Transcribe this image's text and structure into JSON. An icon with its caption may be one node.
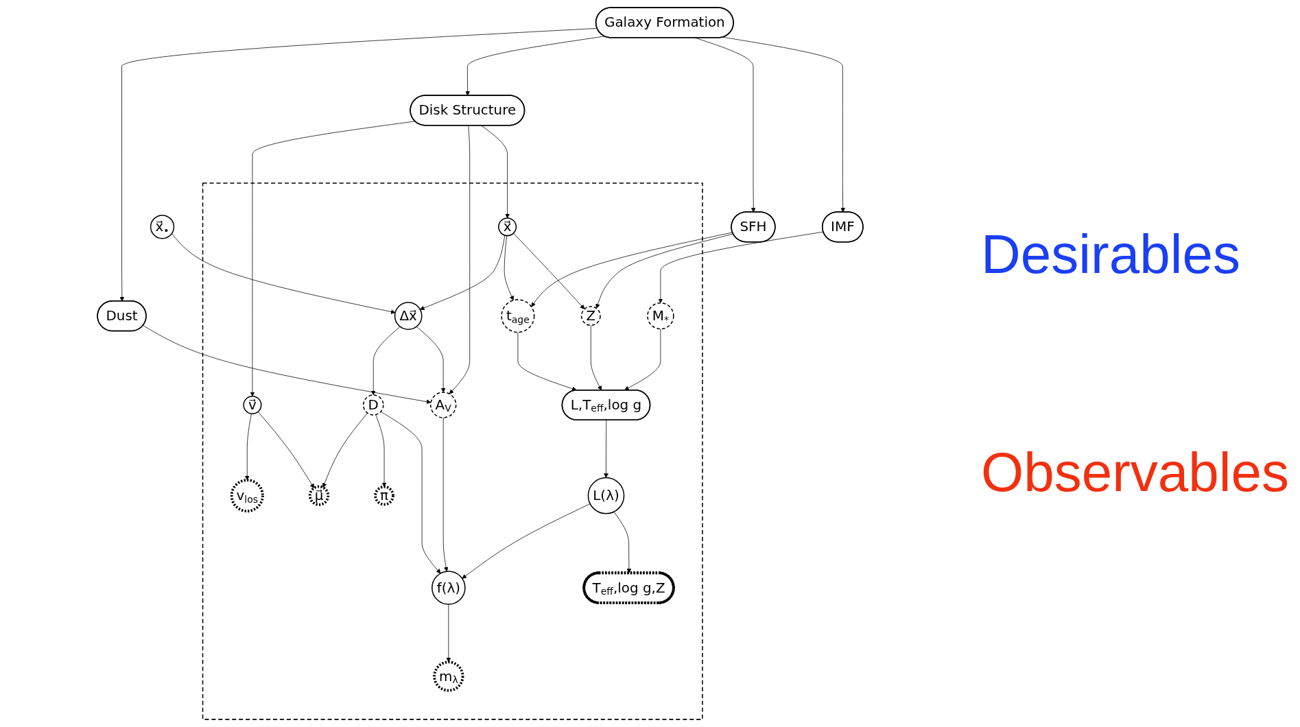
{
  "diagram": {
    "nodes": [
      {
        "text": [
          "Galaxy Formation"
        ]
      },
      {
        "text": [
          "x⃗$_{•}$"
        ]
      },
      {
        "text": [
          "Dust"
        ]
      },
      {
        "text": [
          "Disk Structure"
        ]
      },
      {
        "text": [
          "SFH"
        ]
      },
      {
        "text": [
          "IMF"
        ]
      },
      {
        "text": [],
        "shape": "box"
      },
      {
        "text": [
          "v⃗"
        ],
        "in": 6
      },
      {
        "text": [
          "Δx⃗"
        ],
        "in": 6
      },
      {
        "text": [
          "x⃗"
        ],
        "in": 6
      },
      {
        "text": [
          "D"
        ],
        "in": 6
      },
      {
        "text": [
          "A$_{V}$"
        ],
        "in": 6
      },
      {
        "text": [
          "t$_{age}$"
        ],
        "in": 6
      },
      {
        "text": [
          "Z"
        ],
        "in": 6
      },
      {
        "text": [
          "M$_{*}$"
        ],
        "in": 6
      },
      {
        "text": [
          "f(λ)"
        ],
        "in": 6
      },
      {
        "text": [
          "L(λ)"
        ],
        "in": 6
      },
      {
        "text": [
          "L,T$_{eff}$,log g"
        ],
        "in": 6
      },
      {
        "text": [
          "v$_{los}$"
        ],
        "in": 6
      },
      {
        "text": [
          "μ⃗"
        ],
        "in": 6
      },
      {
        "text": [
          "π"
        ],
        "in": 6
      },
      {
        "text": [
          "m$_{λ}$"
        ],
        "in": 6
      },
      {
        "text": [
          "T$_{eff}$,log g,Z"
        ],
        "in": 6
      }
    ],
    "edges": [
      {
        "from": 0,
        "to": 2,
        "arrow": "to"
      },
      {
        "from": 0,
        "to": 3,
        "arrow": "to"
      },
      {
        "from": 0,
        "to": 4,
        "arrow": "to"
      },
      {
        "from": 0,
        "to": 5,
        "arrow": "to"
      },
      {
        "from": 1,
        "to": 8,
        "arrow": "to"
      },
      {
        "from": 3,
        "to": 7,
        "arrow": "to"
      },
      {
        "from": 3,
        "to": 11,
        "arrow": "to"
      },
      {
        "from": 3,
        "to": 9,
        "arrow": "to"
      },
      {
        "from": 2,
        "to": 11,
        "arrow": "to"
      },
      {
        "from": 9,
        "to": 8,
        "arrow": "to"
      },
      {
        "from": 8,
        "to": 10,
        "arrow": "to"
      },
      {
        "from": 8,
        "to": 11,
        "arrow": "to"
      },
      {
        "from": 9,
        "to": 12,
        "arrow": "to"
      },
      {
        "from": 9,
        "to": 13,
        "arrow": "to"
      },
      {
        "from": 4,
        "to": 12,
        "arrow": "to"
      },
      {
        "from": 4,
        "to": 13,
        "arrow": "to"
      },
      {
        "from": 5,
        "to": 14,
        "arrow": "to"
      },
      {
        "from": 7,
        "to": 18,
        "arrow": "to"
      },
      {
        "from": 7,
        "to": 19,
        "arrow": "to"
      },
      {
        "from": 10,
        "to": 19,
        "arrow": "to"
      },
      {
        "from": 10,
        "to": 20,
        "arrow": "to"
      },
      {
        "from": 10,
        "to": 15,
        "arrow": "to"
      },
      {
        "from": 11,
        "to": 15,
        "arrow": "to"
      },
      {
        "from": 12,
        "to": 17,
        "arrow": "to"
      },
      {
        "from": 13,
        "to": 17,
        "arrow": "to"
      },
      {
        "from": 14,
        "to": 17,
        "arrow": "to"
      },
      {
        "from": 17,
        "to": 16,
        "arrow": "to"
      },
      {
        "from": 16,
        "to": 15,
        "arrow": "to"
      },
      {
        "from": 15,
        "to": 21,
        "arrow": "to"
      },
      {
        "from": 16,
        "to": 22,
        "arrow": "to"
      }
    ],
    "labels": [
      "Desirables",
      "Observables"
    ]
  }
}
